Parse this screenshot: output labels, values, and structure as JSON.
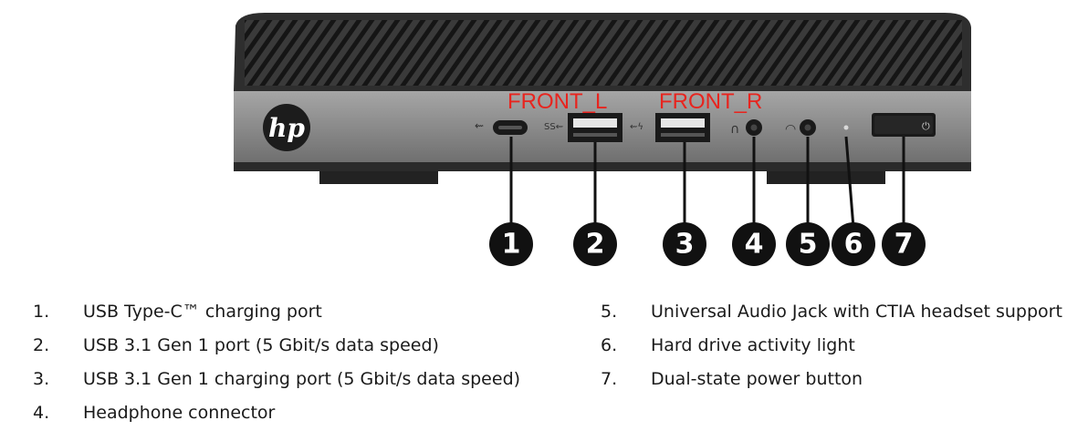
{
  "front_labels": {
    "left": "FRONT_L",
    "right": "FRONT_R"
  },
  "logo_text": "hp",
  "callouts": [
    "1",
    "2",
    "3",
    "4",
    "5",
    "6",
    "7"
  ],
  "legend": [
    {
      "num": "1.",
      "text": "USB Type-C™ charging port"
    },
    {
      "num": "2.",
      "text": "USB 3.1 Gen 1 port (5 Gbit/s data speed)"
    },
    {
      "num": "3.",
      "text": "USB 3.1 Gen 1 charging port (5 Gbit/s data speed)"
    },
    {
      "num": "4.",
      "text": "Headphone connector"
    },
    {
      "num": "5.",
      "text": "Universal Audio Jack with CTIA headset support"
    },
    {
      "num": "6.",
      "text": "Hard drive activity light"
    },
    {
      "num": "7.",
      "text": "Dual-state power button"
    }
  ],
  "colors": {
    "label_red": "#e8241e",
    "chassis_dark": "#2b2b2b",
    "panel_gray": "#8c8c8c"
  }
}
